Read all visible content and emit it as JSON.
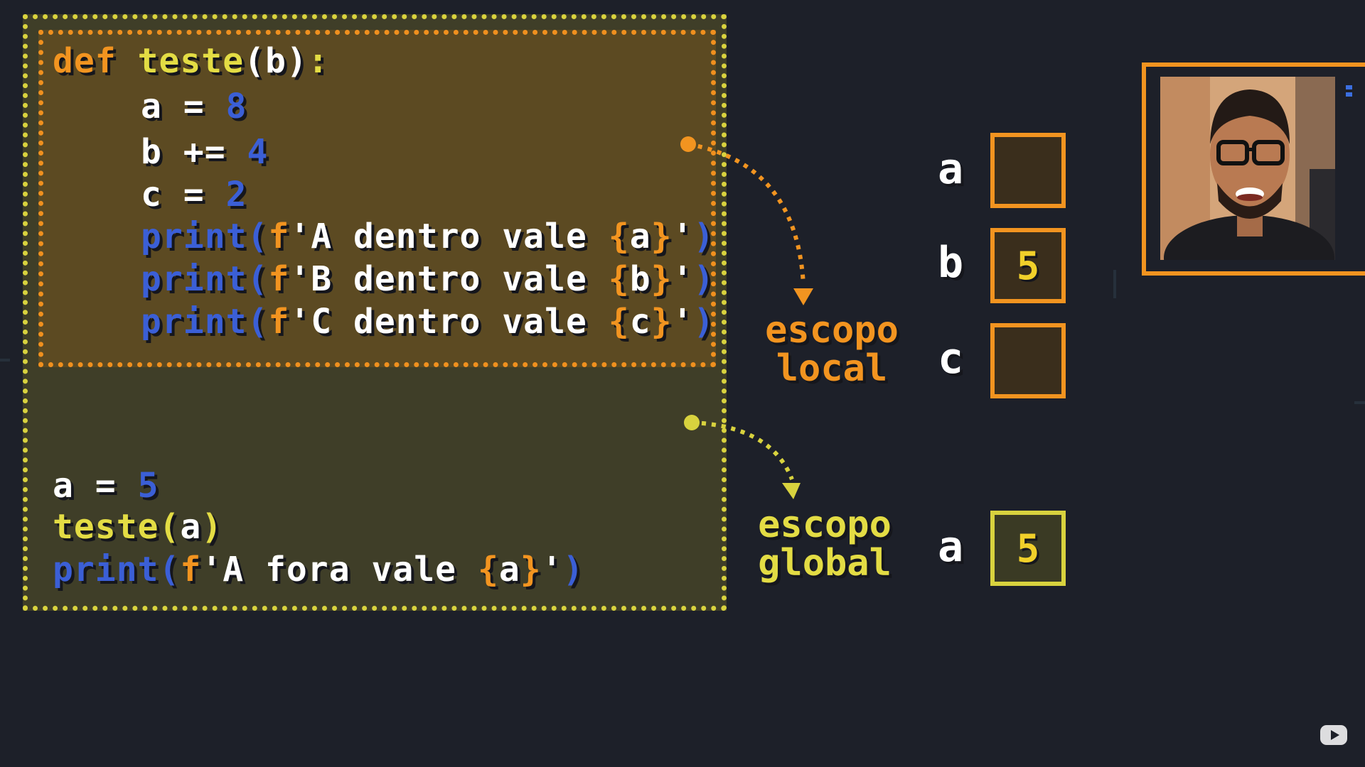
{
  "code": {
    "local_lines": [
      [
        {
          "t": "def ",
          "c": "keyword"
        },
        {
          "t": "teste",
          "c": "func"
        },
        {
          "t": "(b)",
          "c": "text"
        },
        {
          "t": ":",
          "c": "func"
        }
      ],
      [
        {
          "t": "a = ",
          "c": "text"
        },
        {
          "t": "8",
          "c": "number"
        }
      ],
      [
        {
          "t": "b += ",
          "c": "text"
        },
        {
          "t": "4",
          "c": "number"
        }
      ],
      [
        {
          "t": "c = ",
          "c": "text"
        },
        {
          "t": "2",
          "c": "number"
        }
      ],
      [
        {
          "t": "print(",
          "c": "builtin"
        },
        {
          "t": "f",
          "c": "prefix"
        },
        {
          "t": "'A dentro vale ",
          "c": "text"
        },
        {
          "t": "{",
          "c": "brace"
        },
        {
          "t": "a",
          "c": "text"
        },
        {
          "t": "}",
          "c": "brace"
        },
        {
          "t": "'",
          "c": "text"
        },
        {
          "t": ")",
          "c": "builtin"
        }
      ],
      [
        {
          "t": "print(",
          "c": "builtin"
        },
        {
          "t": "f",
          "c": "prefix"
        },
        {
          "t": "'B dentro vale ",
          "c": "text"
        },
        {
          "t": "{",
          "c": "brace"
        },
        {
          "t": "b",
          "c": "text"
        },
        {
          "t": "}",
          "c": "brace"
        },
        {
          "t": "'",
          "c": "text"
        },
        {
          "t": ")",
          "c": "builtin"
        }
      ],
      [
        {
          "t": "print(",
          "c": "builtin"
        },
        {
          "t": "f",
          "c": "prefix"
        },
        {
          "t": "'C dentro vale ",
          "c": "text"
        },
        {
          "t": "{",
          "c": "brace"
        },
        {
          "t": "c",
          "c": "text"
        },
        {
          "t": "}",
          "c": "brace"
        },
        {
          "t": "'",
          "c": "text"
        },
        {
          "t": ")",
          "c": "builtin"
        }
      ]
    ],
    "global_lines": [
      [
        {
          "t": "a = ",
          "c": "text"
        },
        {
          "t": "5",
          "c": "number"
        }
      ],
      [
        {
          "t": "teste(",
          "c": "func"
        },
        {
          "t": "a",
          "c": "text"
        },
        {
          "t": ")",
          "c": "func"
        }
      ],
      [
        {
          "t": "print(",
          "c": "builtin"
        },
        {
          "t": "f",
          "c": "prefix"
        },
        {
          "t": "'A fora vale ",
          "c": "text"
        },
        {
          "t": "{",
          "c": "brace"
        },
        {
          "t": "a",
          "c": "text"
        },
        {
          "t": "}",
          "c": "brace"
        },
        {
          "t": "'",
          "c": "text"
        },
        {
          "t": ")",
          "c": "builtin"
        }
      ]
    ]
  },
  "scopes": {
    "local": {
      "line1": "escopo",
      "line2": "local",
      "color": "#f29420"
    },
    "global": {
      "line1": "escopo",
      "line2": "global",
      "color": "#e3dc44"
    }
  },
  "memory": {
    "local": [
      {
        "name": "a",
        "value": ""
      },
      {
        "name": "b",
        "value": "5"
      },
      {
        "name": "c",
        "value": ""
      }
    ],
    "global": [
      {
        "name": "a",
        "value": "5"
      }
    ]
  },
  "colors": {
    "background": "#1d2029",
    "keyword": "#f29420",
    "function": "#e3dc44",
    "number": "#3b5fd6",
    "text": "#ffffff"
  },
  "icons": {
    "player": "play-logo-icon",
    "webcam": "presenter-webcam"
  }
}
